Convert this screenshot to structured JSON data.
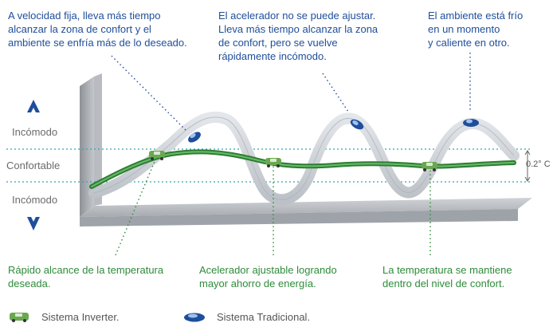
{
  "annotations_top": [
    {
      "text": "A velocidad fija, lleva más tiempo\nalcanzar la zona de confort y el\nambiente se enfría más de lo deseado."
    },
    {
      "text": "El acelerador no se puede ajustar.\nLleva más tiempo alcanzar la zona\nde confort, pero se vuelve\nrápidamente incómodo."
    },
    {
      "text": "El ambiente está frío\nen un momento\ny caliente en otro."
    }
  ],
  "annotations_bottom": [
    {
      "text": "Rápido alcance de la temperatura\ndeseada."
    },
    {
      "text": "Acelerador ajustable logrando\nmayor ahorro de energía."
    },
    {
      "text": "La temperatura se mantiene\ndentro del nivel de confort."
    }
  ],
  "zones": {
    "top": "Incómodo",
    "middle": "Confortable",
    "bottom": "Incómodo"
  },
  "tolerance": "0.2° C",
  "legend": {
    "inverter": "Sistema Inverter.",
    "traditional": "Sistema Tradicional."
  },
  "colors": {
    "blue": "#1f4e9a",
    "green": "#2e8b3a",
    "wave": "#cfd4da",
    "wall": "#a9adb2",
    "teal_dots": "#2aa8b8"
  }
}
